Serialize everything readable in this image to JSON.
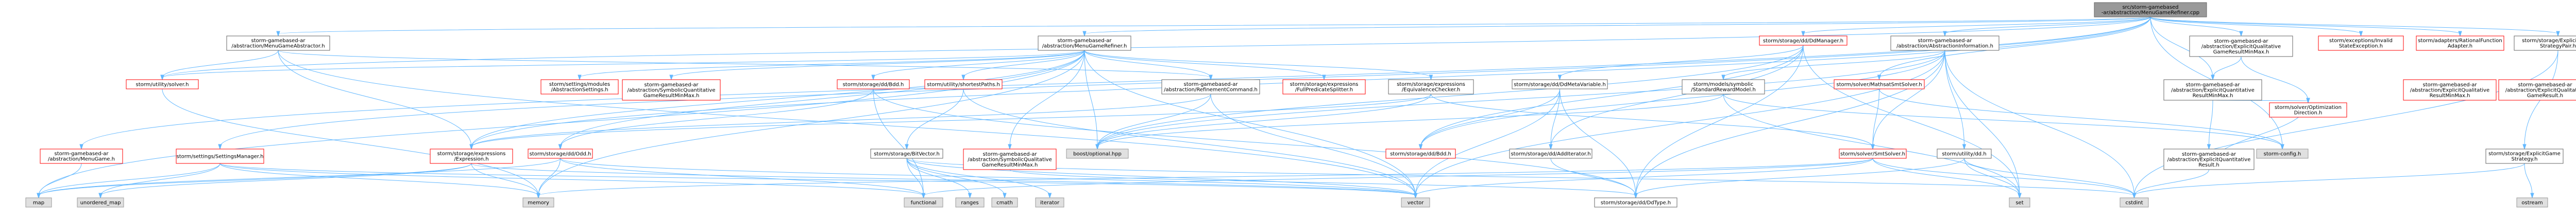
{
  "colors": {
    "root_fill": "#999999",
    "root_stroke": "#666666",
    "local_fill": "#ffffff",
    "local_stroke": "#666666",
    "missing_fill": "#ffffff",
    "missing_stroke": "#ff0000",
    "external_fill": "#e0e0e0",
    "external_stroke": "#999999",
    "edge": "#63b8ff"
  },
  "nodes": [
    {
      "id": "root",
      "lines": [
        "src/storm-gamebased",
        "-ar/abstraction/MenuGameRefiner.cpp"
      ],
      "kind": "root"
    },
    {
      "id": "mgr",
      "lines": [
        "storm-gamebased-ar",
        "/abstraction/MenuGameRefiner.h"
      ],
      "kind": "local"
    },
    {
      "id": "mga",
      "lines": [
        "storm-gamebased-ar",
        "/abstraction/MenuGameAbstractor.h"
      ],
      "kind": "local"
    },
    {
      "id": "mg",
      "lines": [
        "storm-gamebased-ar",
        "/abstraction/MenuGame.h"
      ],
      "kind": "missing"
    },
    {
      "id": "ssm",
      "lines": [
        "storm/settings/SettingsManager.h"
      ],
      "kind": "missing"
    },
    {
      "id": "usolver",
      "lines": [
        "storm/utility/solver.h"
      ],
      "kind": "missing"
    },
    {
      "id": "absset",
      "lines": [
        "storm/settings/modules",
        "/AbstractionSettings.h"
      ],
      "kind": "missing"
    },
    {
      "id": "sqgr",
      "lines": [
        "storm-gamebased-ar",
        "/abstraction/SymbolicQuantitative",
        "GameResultMinMax.h"
      ],
      "kind": "missing"
    },
    {
      "id": "dbdd",
      "lines": [
        "storm/storage/dd/Bdd.h"
      ],
      "kind": "missing"
    },
    {
      "id": "usp",
      "lines": [
        "storm/utility/shortestPaths.h"
      ],
      "kind": "missing"
    },
    {
      "id": "expr",
      "lines": [
        "storm/storage/expressions",
        "/Expression.h"
      ],
      "kind": "missing"
    },
    {
      "id": "odd",
      "lines": [
        "storm/storage/dd/Odd.h"
      ],
      "kind": "missing"
    },
    {
      "id": "bitvec",
      "lines": [
        "storm/storage/BitVector.h"
      ],
      "kind": "local"
    },
    {
      "id": "arc",
      "lines": [
        "storm-gamebased-ar",
        "/abstraction/RefinementCommand.h"
      ],
      "kind": "local"
    },
    {
      "id": "fullpred",
      "lines": [
        "storm/storage/expressions",
        "/FullPredicateSplitter.h"
      ],
      "kind": "missing"
    },
    {
      "id": "equiv",
      "lines": [
        "storm/storage/expressions",
        "/EquivalenceChecker.h"
      ],
      "kind": "local"
    },
    {
      "id": "sqlgr",
      "lines": [
        "storm-gamebased-ar",
        "/abstraction/SymbolicQualitative",
        "GameResultMinMax.h"
      ],
      "kind": "missing"
    },
    {
      "id": "ddmgr",
      "lines": [
        "storm/storage/dd/DdManager.h"
      ],
      "kind": "missing"
    },
    {
      "id": "ddmv",
      "lines": [
        "storm/storage/dd/DdMetaVariable.h"
      ],
      "kind": "local"
    },
    {
      "id": "dbdd2",
      "lines": [
        "storm/storage/dd/Bdd.h"
      ],
      "kind": "missing"
    },
    {
      "id": "ddadd",
      "lines": [
        "storm/storage/dd/AddIterator.h"
      ],
      "kind": "local"
    },
    {
      "id": "abinfo",
      "lines": [
        "storm-gamebased-ar",
        "/abstraction/AbstractionInformation.h"
      ],
      "kind": "local"
    },
    {
      "id": "srm",
      "lines": [
        "storm/models/symbolic",
        "/StandardRewardModel.h"
      ],
      "kind": "local"
    },
    {
      "id": "mathsat",
      "lines": [
        "storm/solver/MathsatSmtSolver.h"
      ],
      "kind": "missing"
    },
    {
      "id": "smt",
      "lines": [
        "storm/solver/SmtSolver.h"
      ],
      "kind": "missing"
    },
    {
      "id": "utildd",
      "lines": [
        "storm/utility/dd.h"
      ],
      "kind": "local"
    },
    {
      "id": "eqgr",
      "lines": [
        "storm-gamebased-ar",
        "/abstraction/ExplicitQualitative",
        "GameResultMinMax.h"
      ],
      "kind": "local"
    },
    {
      "id": "eqnr",
      "lines": [
        "storm-gamebased-ar",
        "/abstraction/ExplicitQuantitative",
        "ResultMinMax.h"
      ],
      "kind": "local"
    },
    {
      "id": "eqr",
      "lines": [
        "storm-gamebased-ar",
        "/abstraction/ExplicitQuantitative",
        "Result.h"
      ],
      "kind": "local"
    },
    {
      "id": "optdir",
      "lines": [
        "storm/solver/Optimization",
        "Direction.h"
      ],
      "kind": "missing"
    },
    {
      "id": "eqlgr2",
      "lines": [
        "storm-gamebased-ar",
        "/abstraction/ExplicitQualitative",
        "ResultMinMax.h"
      ],
      "kind": "missing"
    },
    {
      "id": "egr",
      "lines": [
        "storm-gamebased-ar",
        "/abstraction/ExplicitQualitative",
        "GameResult.h"
      ],
      "kind": "missing"
    },
    {
      "id": "egsp",
      "lines": [
        "storm/storage/ExplicitGame",
        "StrategyPair.h"
      ],
      "kind": "local"
    },
    {
      "id": "egs",
      "lines": [
        "storm/storage/ExplicitGame",
        "Strategy.h"
      ],
      "kind": "local"
    },
    {
      "id": "invstate",
      "lines": [
        "storm/exceptions/Invalid",
        "StateException.h"
      ],
      "kind": "missing"
    },
    {
      "id": "ratfn",
      "lines": [
        "storm/adapters/RationalFunction",
        "Adapter.h"
      ],
      "kind": "missing"
    },
    {
      "id": "ddtype",
      "lines": [
        "storm/storage/dd/DdType.h"
      ],
      "kind": "local"
    },
    {
      "id": "sconfig",
      "lines": [
        "storm-config.h"
      ],
      "kind": "external"
    },
    {
      "id": "boostopt",
      "lines": [
        "boost/optional.hpp"
      ],
      "kind": "external"
    },
    {
      "id": "map",
      "lines": [
        "map"
      ],
      "kind": "external"
    },
    {
      "id": "umap",
      "lines": [
        "unordered_map"
      ],
      "kind": "external"
    },
    {
      "id": "memory",
      "lines": [
        "memory"
      ],
      "kind": "external"
    },
    {
      "id": "functional",
      "lines": [
        "functional"
      ],
      "kind": "external"
    },
    {
      "id": "ranges",
      "lines": [
        "ranges"
      ],
      "kind": "external"
    },
    {
      "id": "cmath",
      "lines": [
        "cmath"
      ],
      "kind": "external"
    },
    {
      "id": "iterator",
      "lines": [
        "iterator"
      ],
      "kind": "external"
    },
    {
      "id": "vector",
      "lines": [
        "vector"
      ],
      "kind": "external"
    },
    {
      "id": "set",
      "lines": [
        "set"
      ],
      "kind": "external"
    },
    {
      "id": "cstdint",
      "lines": [
        "cstdint"
      ],
      "kind": "external"
    },
    {
      "id": "ostream",
      "lines": [
        "ostream"
      ],
      "kind": "external"
    }
  ],
  "edges": [
    [
      "root",
      "mgr"
    ],
    [
      "root",
      "mga"
    ],
    [
      "root",
      "mg"
    ],
    [
      "root",
      "ssm"
    ],
    [
      "root",
      "usolver"
    ],
    [
      "root",
      "ddmgr"
    ],
    [
      "root",
      "abinfo"
    ],
    [
      "root",
      "eqgr"
    ],
    [
      "root",
      "eqnr"
    ],
    [
      "root",
      "egsp"
    ],
    [
      "root",
      "invstate"
    ],
    [
      "root",
      "ratfn"
    ],
    [
      "root",
      "sconfig"
    ],
    [
      "root",
      "mathsat"
    ],
    [
      "root",
      "expr"
    ],
    [
      "mgr",
      "absset"
    ],
    [
      "mgr",
      "sqgr"
    ],
    [
      "mgr",
      "dbdd"
    ],
    [
      "mgr",
      "usp"
    ],
    [
      "mgr",
      "arc"
    ],
    [
      "mgr",
      "fullpred"
    ],
    [
      "mgr",
      "equiv"
    ],
    [
      "mgr",
      "sqlgr"
    ],
    [
      "mgr",
      "boostopt"
    ],
    [
      "mgr",
      "vector"
    ],
    [
      "mgr",
      "map"
    ],
    [
      "mgr",
      "memory"
    ],
    [
      "mgr",
      "expr"
    ],
    [
      "mgr",
      "odd"
    ],
    [
      "mgr",
      "usolver"
    ],
    [
      "mga",
      "arc"
    ],
    [
      "mga",
      "usolver"
    ],
    [
      "mga",
      "expr"
    ],
    [
      "mga",
      "vector"
    ],
    [
      "mg",
      "map"
    ],
    [
      "ssm",
      "map"
    ],
    [
      "ssm",
      "umap"
    ],
    [
      "ssm",
      "memory"
    ],
    [
      "ssm",
      "functional"
    ],
    [
      "ssm",
      "vector"
    ],
    [
      "usolver",
      "memory"
    ],
    [
      "dbdd",
      "odd"
    ],
    [
      "dbdd",
      "functional"
    ],
    [
      "dbdd",
      "ddtype"
    ],
    [
      "usp",
      "bitvec"
    ],
    [
      "usp",
      "vector"
    ],
    [
      "expr",
      "map"
    ],
    [
      "expr",
      "umap"
    ],
    [
      "expr",
      "memory"
    ],
    [
      "expr",
      "vector"
    ],
    [
      "odd",
      "memory"
    ],
    [
      "odd",
      "functional"
    ],
    [
      "odd",
      "map"
    ],
    [
      "odd",
      "vector"
    ],
    [
      "bitvec",
      "ranges"
    ],
    [
      "bitvec",
      "cmath"
    ],
    [
      "bitvec",
      "iterator"
    ],
    [
      "bitvec",
      "vector"
    ],
    [
      "bitvec",
      "functional"
    ],
    [
      "bitvec",
      "cstdint"
    ],
    [
      "arc",
      "expr"
    ],
    [
      "arc",
      "boostopt"
    ],
    [
      "arc",
      "vector"
    ],
    [
      "equiv",
      "expr"
    ],
    [
      "equiv",
      "boostopt"
    ],
    [
      "equiv",
      "smt"
    ],
    [
      "sqlgr",
      "ddtype"
    ],
    [
      "ddmgr",
      "ddmv"
    ],
    [
      "ddmgr",
      "dbdd2"
    ],
    [
      "ddmgr",
      "ddadd"
    ],
    [
      "ddmgr",
      "boostopt"
    ],
    [
      "ddmgr",
      "ddtype"
    ],
    [
      "ddmgr",
      "set"
    ],
    [
      "ddmv",
      "dbdd2"
    ],
    [
      "ddmv",
      "ddadd"
    ],
    [
      "ddmv",
      "ddtype"
    ],
    [
      "ddmv",
      "vector"
    ],
    [
      "ddadd",
      "ddtype"
    ],
    [
      "abinfo",
      "ddtype"
    ],
    [
      "abinfo",
      "srm"
    ],
    [
      "abinfo",
      "smt"
    ],
    [
      "abinfo",
      "utildd"
    ],
    [
      "abinfo",
      "set"
    ],
    [
      "abinfo",
      "vector"
    ],
    [
      "abinfo",
      "cstdint"
    ],
    [
      "abinfo",
      "boostopt"
    ],
    [
      "abinfo",
      "dbdd2"
    ],
    [
      "srm",
      "sconfig"
    ],
    [
      "srm",
      "boostopt"
    ],
    [
      "srm",
      "set"
    ],
    [
      "mathsat",
      "smt"
    ],
    [
      "mathsat",
      "sconfig"
    ],
    [
      "smt",
      "cstdint"
    ],
    [
      "smt",
      "set"
    ],
    [
      "smt",
      "vector"
    ],
    [
      "smt",
      "functional"
    ],
    [
      "smt",
      "memory"
    ],
    [
      "utildd",
      "ddtype"
    ],
    [
      "utildd",
      "set"
    ],
    [
      "utildd",
      "cstdint"
    ],
    [
      "eqgr",
      "eqnr"
    ],
    [
      "eqnr",
      "eqr"
    ],
    [
      "eqnr",
      "optdir"
    ],
    [
      "eqr",
      "cstdint"
    ],
    [
      "eqr",
      "optdir"
    ],
    [
      "eqgr",
      "optdir"
    ],
    [
      "egsp",
      "egs"
    ],
    [
      "egsp",
      "cstdint"
    ],
    [
      "egs",
      "cstdint"
    ],
    [
      "egs",
      "ostream"
    ]
  ]
}
